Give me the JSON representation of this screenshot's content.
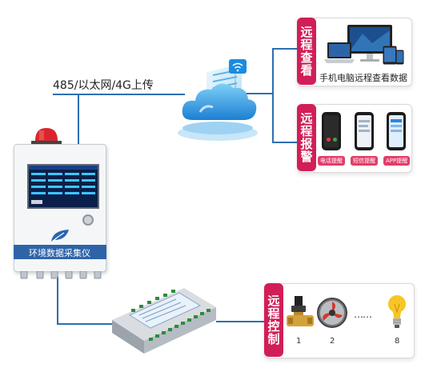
{
  "connection_label": "485/以太网/4G上传",
  "device_name": "环境数据采集仪",
  "remote_view": {
    "tag": "远程查看",
    "caption": "手机电脑远程查看数据"
  },
  "remote_alarm": {
    "tag": "远程报警",
    "badges": [
      "电话提醒",
      "短信提醒",
      "APP提醒"
    ]
  },
  "remote_control": {
    "tag": "远程控制",
    "devices": [
      {
        "number": "1",
        "icon": "solenoid-valve-icon"
      },
      {
        "number": "2",
        "icon": "exhaust-fan-icon"
      },
      {
        "number": "8",
        "icon": "light-bulb-icon"
      }
    ],
    "ellipsis": "……"
  },
  "colors": {
    "line": "#2d6fb1",
    "accent": "#d21e57",
    "device_body": "#f4f6f8",
    "cloud": "#2aa3e6"
  }
}
